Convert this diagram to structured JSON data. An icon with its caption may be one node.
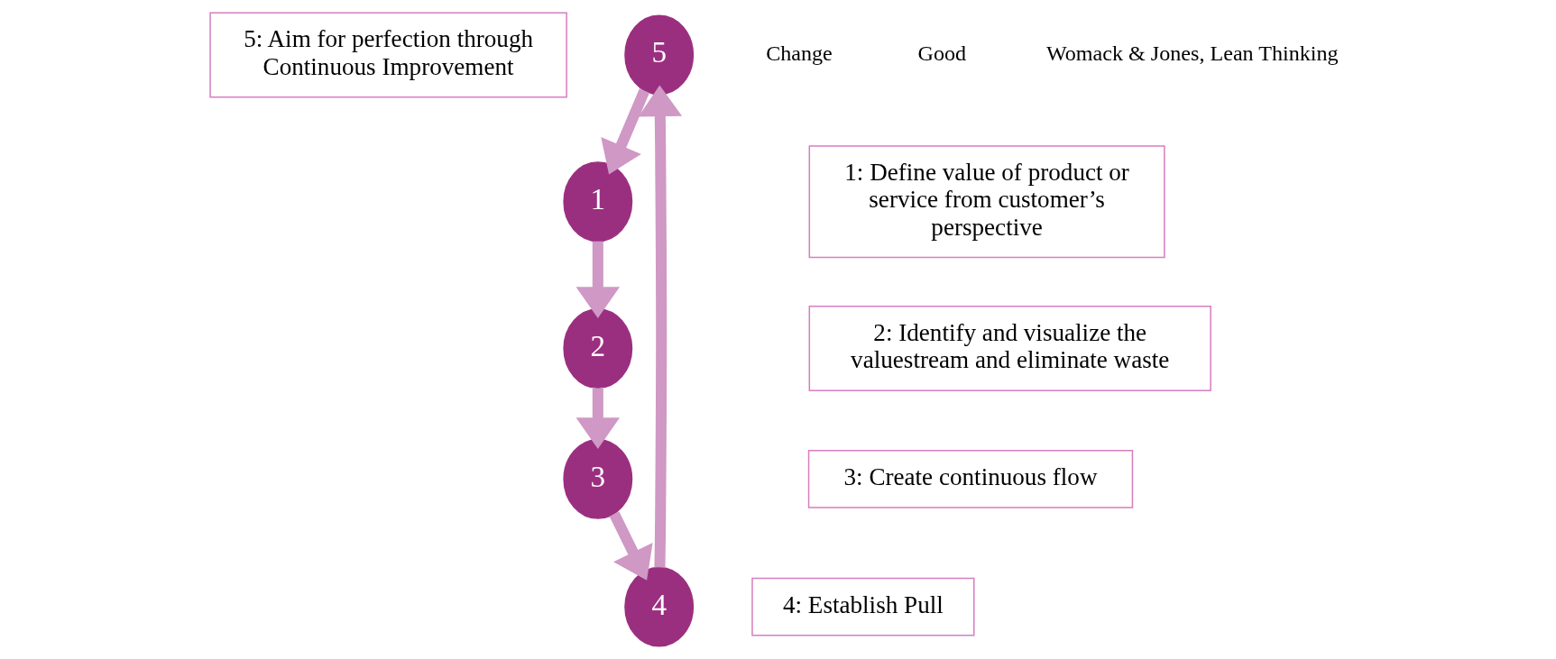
{
  "diagram": {
    "nodes": [
      {
        "text": [
          "5: Aim for perfection through Continuous Improvement"
        ]
      },
      {
        "text": [
          "5"
        ]
      },
      {
        "text": [
          "1"
        ]
      },
      {
        "text": [
          "1: Define value of product or service from customer’s perspective"
        ]
      },
      {
        "text": [
          "4"
        ]
      },
      {
        "text": [
          "4: Establish Pull"
        ]
      },
      {
        "text": [
          "2: Identify and visualize the valuestream and eliminate waste"
        ]
      },
      {
        "text": [
          "2"
        ]
      },
      {
        "text": [
          "3"
        ]
      },
      {
        "text": [
          "3: Create continuous flow"
        ]
      }
    ],
    "edges": [
      {
        "from": 1,
        "to": 2,
        "arrow": "to"
      },
      {
        "from": 2,
        "to": 7,
        "arrow": "to"
      },
      {
        "from": 7,
        "to": 8,
        "arrow": "to"
      },
      {
        "from": 8,
        "to": 4,
        "arrow": "to"
      },
      {
        "from": 4,
        "to": 1,
        "arrow": "to"
      }
    ],
    "labels": [
      "Change",
      "Good",
      "Womack & Jones, Lean Thinking"
    ]
  }
}
